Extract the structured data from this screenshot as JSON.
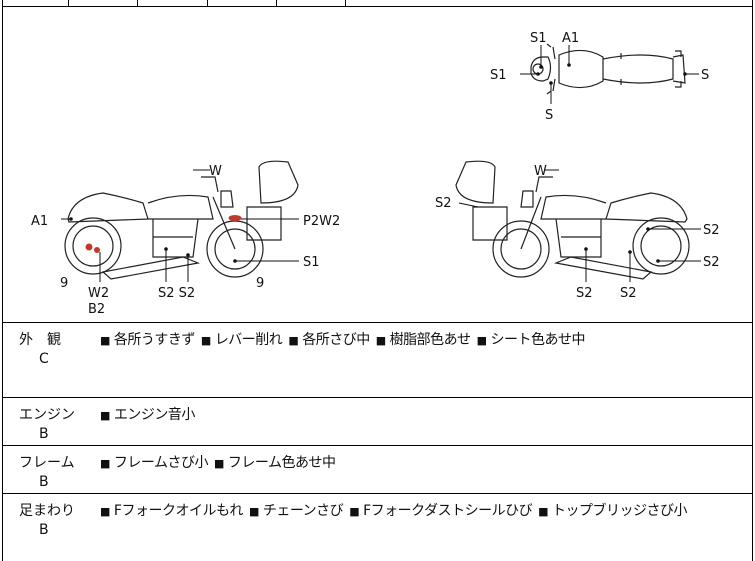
{
  "sections": [
    {
      "title": "外　観",
      "grade": "C",
      "notes": [
        "各所うすきず",
        "レバー削れ",
        "各所さび中",
        "樹脂部色あせ",
        "シート色あせ中"
      ]
    },
    {
      "title": "エンジン",
      "grade": "B",
      "notes": [
        "エンジン音小"
      ]
    },
    {
      "title": "フレーム",
      "grade": "B",
      "notes": [
        "フレームさび小",
        "フレーム色あせ中"
      ]
    },
    {
      "title": "足まわり",
      "grade": "B",
      "notes": [
        "Fフォークオイルもれ",
        "チェーンさび",
        "Fフォークダストシールひび",
        "トップブリッジさび小"
      ]
    }
  ],
  "diagram_labels": {
    "top": {
      "s1_a": "S1",
      "a1": "A1",
      "s1_b": "S1",
      "s_right": "S",
      "s_bottom": "S"
    },
    "left": {
      "w": "W",
      "a1": "A1",
      "p2w2": "P2W2",
      "s1": "S1",
      "nine_a": "9",
      "nine_b": "9",
      "w2": "W2",
      "b2": "B2",
      "s2s2": "S2 S2"
    },
    "right": {
      "w": "W",
      "s2_left": "S2",
      "s2_r1": "S2",
      "s2_r2": "S2",
      "s2_b1": "S2",
      "s2_b2": "S2"
    }
  },
  "bullet": "■"
}
